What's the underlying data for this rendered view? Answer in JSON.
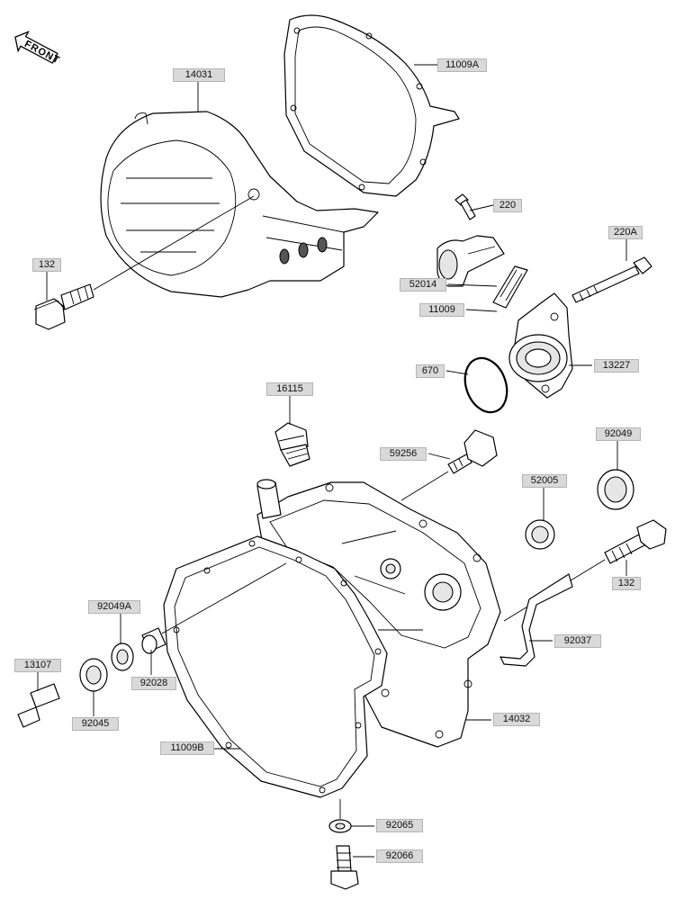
{
  "front_marker": {
    "text": "FRONT",
    "icon": "front-arrow-icon"
  },
  "callouts": [
    {
      "id": "14031",
      "text": "14031"
    },
    {
      "id": "11009A",
      "text": "11009A"
    },
    {
      "id": "220",
      "text": "220"
    },
    {
      "id": "220A",
      "text": "220A"
    },
    {
      "id": "132-top",
      "text": "132"
    },
    {
      "id": "52014",
      "text": "52014"
    },
    {
      "id": "11009",
      "text": "11009"
    },
    {
      "id": "670",
      "text": "670"
    },
    {
      "id": "13227",
      "text": "13227"
    },
    {
      "id": "16115",
      "text": "16115"
    },
    {
      "id": "59256",
      "text": "59256"
    },
    {
      "id": "92049",
      "text": "92049"
    },
    {
      "id": "52005",
      "text": "52005"
    },
    {
      "id": "132-bottom",
      "text": "132"
    },
    {
      "id": "92049A",
      "text": "92049A"
    },
    {
      "id": "92037",
      "text": "92037"
    },
    {
      "id": "13107",
      "text": "13107"
    },
    {
      "id": "92028",
      "text": "92028"
    },
    {
      "id": "92045",
      "text": "92045"
    },
    {
      "id": "14032",
      "text": "14032"
    },
    {
      "id": "11009B",
      "text": "11009B"
    },
    {
      "id": "92065",
      "text": "92065"
    },
    {
      "id": "92066",
      "text": "92066"
    }
  ]
}
